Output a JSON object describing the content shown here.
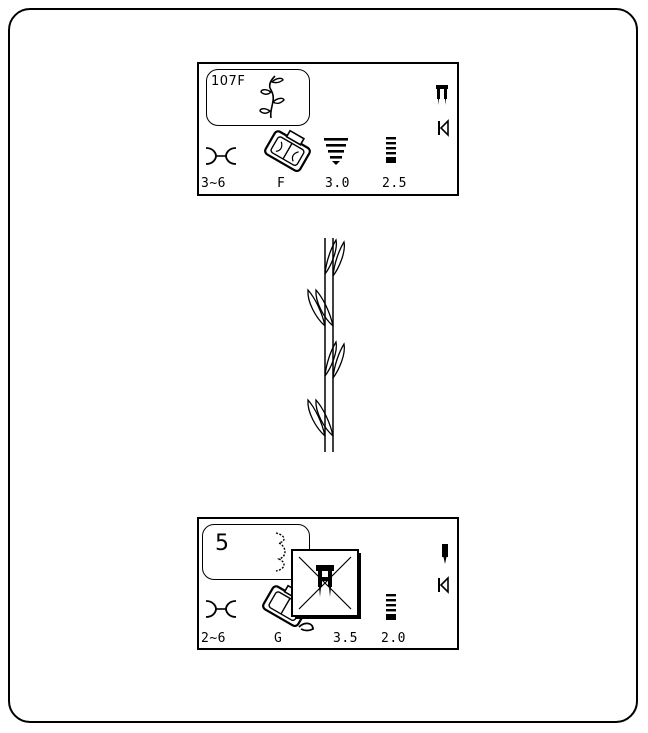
{
  "screen_top": {
    "pattern_number": "107F",
    "tension_range": "3~6",
    "presser_foot": "F",
    "width": "3.0",
    "length": "2.5"
  },
  "screen_bottom": {
    "pattern_number": "5",
    "tension_range": "2~6",
    "presser_foot": "G",
    "width": "3.5",
    "length": "2.0"
  },
  "icons": [
    "single-needle-icon",
    "twin-needle-icon",
    "reverse-stitch-icon",
    "thread-tension-icon",
    "presser-foot-icon",
    "stitch-width-icon",
    "stitch-length-icon",
    "twin-needle-prohibited-icon",
    "leaf-stitch-pattern-icon",
    "scallop-stitch-pattern-icon"
  ]
}
